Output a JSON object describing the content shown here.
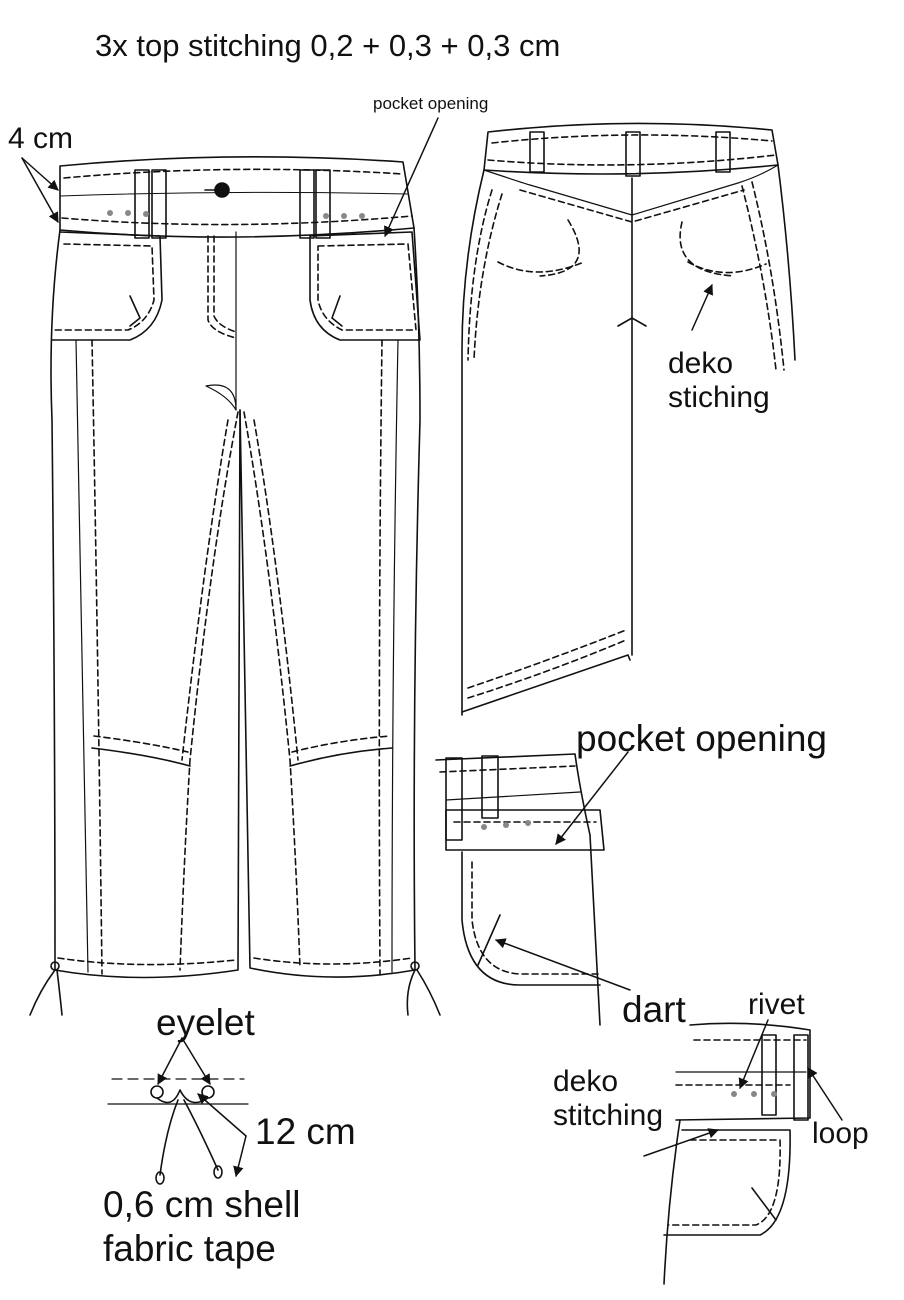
{
  "title": "3x top stitching 0,2 + 0,3 + 0,3 cm",
  "labels": {
    "waistband_height": "4 cm",
    "pocket_opening_small": "pocket opening",
    "deko_stitching_back": "deko\nstiching",
    "pocket_opening_large": "pocket opening",
    "dart": "dart",
    "rivet": "rivet",
    "deko_stitching_detail": "deko\nstitching",
    "loop": "loop",
    "eyelet": "eyelet",
    "tie_length": "12 cm",
    "tape": "0,6 cm shell\nfabric tape"
  },
  "colors": {
    "line": "#111111",
    "rivet": "#888888",
    "background": "#ffffff"
  }
}
